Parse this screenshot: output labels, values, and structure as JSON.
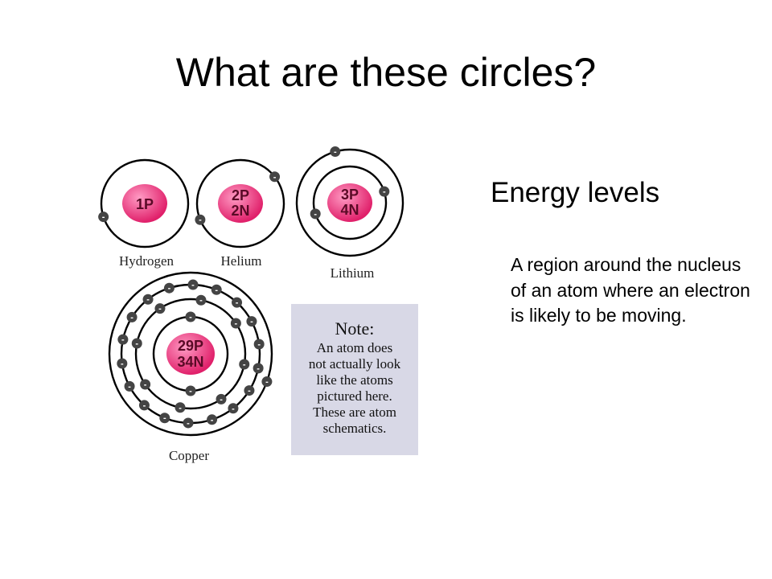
{
  "slide": {
    "title": "What are these circles?",
    "heading": "Energy levels",
    "definition": "A region around the nucleus of an atom where an electron is likely to be moving."
  },
  "figure": {
    "atoms": [
      {
        "name": "Hydrogen",
        "nucleus": [
          "1P"
        ],
        "shells": [
          1
        ]
      },
      {
        "name": "Helium",
        "nucleus": [
          "2P",
          "2N"
        ],
        "shells": [
          2
        ]
      },
      {
        "name": "Lithium",
        "nucleus": [
          "3P",
          "4N"
        ],
        "shells": [
          2,
          1
        ]
      },
      {
        "name": "Copper",
        "nucleus": [
          "29P",
          "34N"
        ],
        "shells": [
          2,
          8,
          18,
          1
        ]
      }
    ],
    "electron_symbol": "-",
    "note": {
      "heading": "Note:",
      "lines": [
        "An atom does",
        "not actually look",
        "like the atoms",
        "pictured here.",
        "These are atom",
        "schematics."
      ]
    },
    "colors": {
      "nucleus": "#e0206a",
      "nucleus_highlight": "#ff9bc4",
      "electron": "#444444",
      "orbit": "#000000",
      "note_background": "#d8d8e6"
    }
  }
}
